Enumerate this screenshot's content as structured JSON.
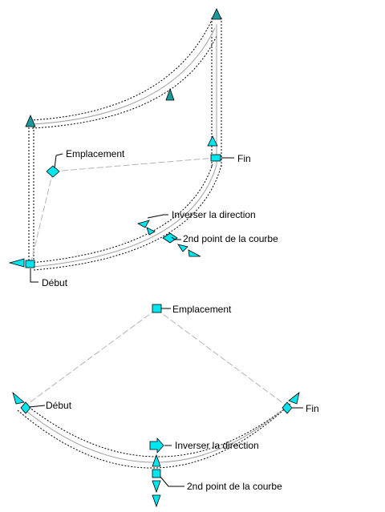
{
  "colors": {
    "grip": "#00e5ee",
    "grip_dark": "#1a9a9a",
    "outline": "#000000",
    "construction": "#b4b4b4",
    "rail": "#a0a0a0"
  },
  "top_diagram": {
    "labels": {
      "location": "Emplacement",
      "end": "Fin",
      "reverse": "Inverser la direction",
      "second_point": "2nd point de la courbe",
      "start": "Début"
    }
  },
  "bottom_diagram": {
    "labels": {
      "location": "Emplacement",
      "start": "Début",
      "end": "Fin",
      "reverse": "Inverser la direction",
      "second_point": "2nd point de la courbe"
    }
  }
}
